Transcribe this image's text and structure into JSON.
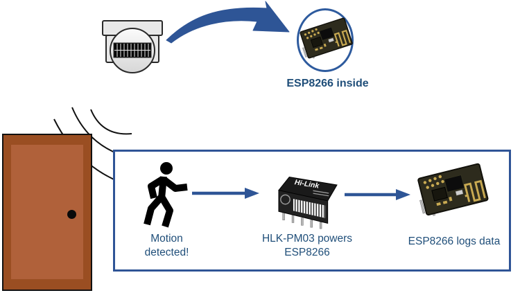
{
  "colors": {
    "accent_blue": "#2E5596",
    "box_border_blue": "#2F5496",
    "circle_border_blue": "#2E5B9E",
    "text_blue": "#1F4E79",
    "door_frame_brown": "#9A4E22",
    "door_panel_brown": "#B0613A",
    "background": "#FFFFFF"
  },
  "top_scene": {
    "esp_inside_label": "ESP8266 inside"
  },
  "hlk_module": {
    "brand": "Hi-Link"
  },
  "flow_box": {
    "steps": [
      {
        "id": "motion-detected",
        "caption_line1": "Motion",
        "caption_line2": "detected!"
      },
      {
        "id": "hlk-powers-esp",
        "caption_line1": "HLK-PM03 powers",
        "caption_line2": "ESP8266"
      },
      {
        "id": "esp-logs-data",
        "caption_line1": "ESP8266 logs data",
        "caption_line2": ""
      }
    ]
  }
}
